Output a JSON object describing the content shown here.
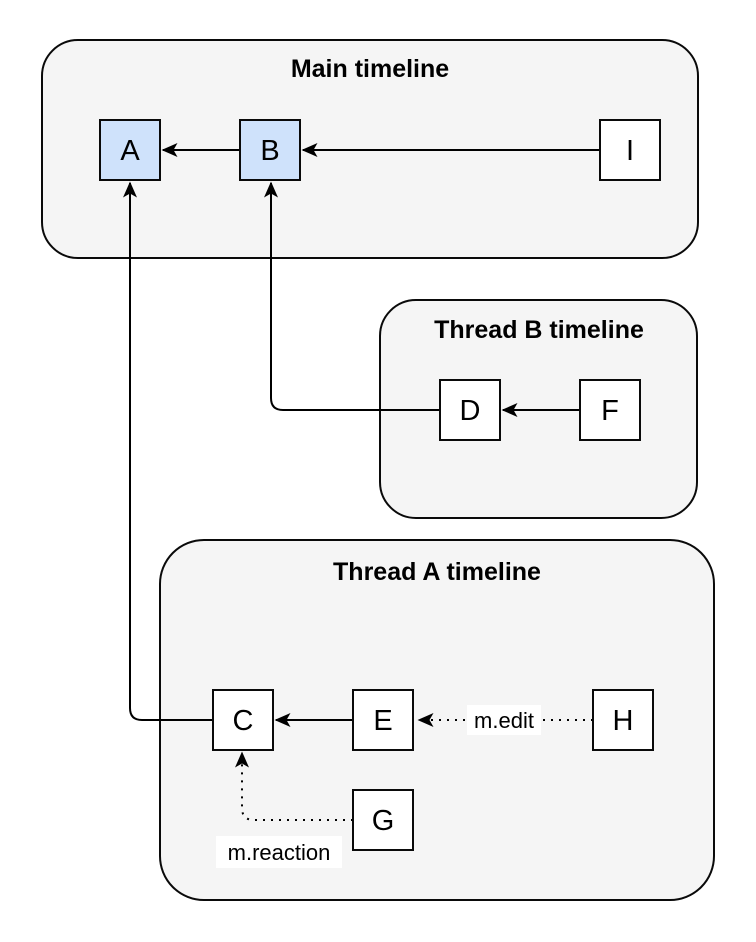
{
  "diagram": {
    "kind": "matrix-dag-timeline-diagram"
  },
  "colors": {
    "background": "#ffffff",
    "container_fill": "#f5f5f5",
    "container_stroke": "#0a0a0a",
    "node_fill_default": "#ffffff",
    "node_fill_highlight": "#cfe2fb",
    "node_stroke": "#0a0a0a",
    "edge_color": "#000000",
    "edge_label_bg": "#ffffff"
  },
  "containers": [
    {
      "id": "main-timeline",
      "title": "Main timeline"
    },
    {
      "id": "thread-b-timeline",
      "title": "Thread B timeline"
    },
    {
      "id": "thread-a-timeline",
      "title": "Thread A timeline"
    }
  ],
  "nodes": [
    {
      "id": "A",
      "label": "A",
      "highlighted": true,
      "container": "main-timeline"
    },
    {
      "id": "B",
      "label": "B",
      "highlighted": true,
      "container": "main-timeline"
    },
    {
      "id": "I",
      "label": "I",
      "highlighted": false,
      "container": "main-timeline"
    },
    {
      "id": "D",
      "label": "D",
      "highlighted": false,
      "container": "thread-b-timeline"
    },
    {
      "id": "F",
      "label": "F",
      "highlighted": false,
      "container": "thread-b-timeline"
    },
    {
      "id": "C",
      "label": "C",
      "highlighted": false,
      "container": "thread-a-timeline"
    },
    {
      "id": "E",
      "label": "E",
      "highlighted": false,
      "container": "thread-a-timeline"
    },
    {
      "id": "H",
      "label": "H",
      "highlighted": false,
      "container": "thread-a-timeline"
    },
    {
      "id": "G",
      "label": "G",
      "highlighted": false,
      "container": "thread-a-timeline"
    }
  ],
  "edges": [
    {
      "from": "B",
      "to": "A",
      "style": "solid",
      "label": ""
    },
    {
      "from": "I",
      "to": "B",
      "style": "solid",
      "label": ""
    },
    {
      "from": "D",
      "to": "B",
      "style": "solid",
      "label": ""
    },
    {
      "from": "F",
      "to": "D",
      "style": "solid",
      "label": ""
    },
    {
      "from": "C",
      "to": "A",
      "style": "solid",
      "label": ""
    },
    {
      "from": "E",
      "to": "C",
      "style": "solid",
      "label": ""
    },
    {
      "from": "H",
      "to": "E",
      "style": "dotted",
      "label": "m.edit"
    },
    {
      "from": "G",
      "to": "C",
      "style": "dotted",
      "label": "m.reaction"
    }
  ]
}
